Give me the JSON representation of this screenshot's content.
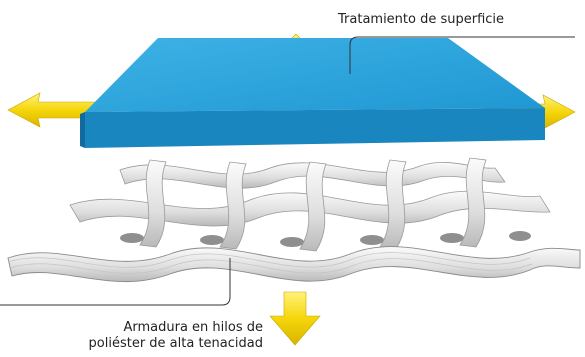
{
  "labels": {
    "surface_treatment": "Tratamiento de superficie",
    "fabric_line1": "Armadura en hilos de",
    "fabric_line2": "poliéster de alta tenacidad"
  },
  "icons": [
    "arrow-up-icon",
    "arrow-left-icon",
    "arrow-right-icon",
    "arrow-down-icon"
  ],
  "colors": {
    "coating_top": "#2aa3dc",
    "coating_side": "#1878b0",
    "fabric": "#e8e8e8",
    "fabric_shadow": "#9a9a9a",
    "arrow": "#f5d60a",
    "leader_line": "#333333"
  }
}
